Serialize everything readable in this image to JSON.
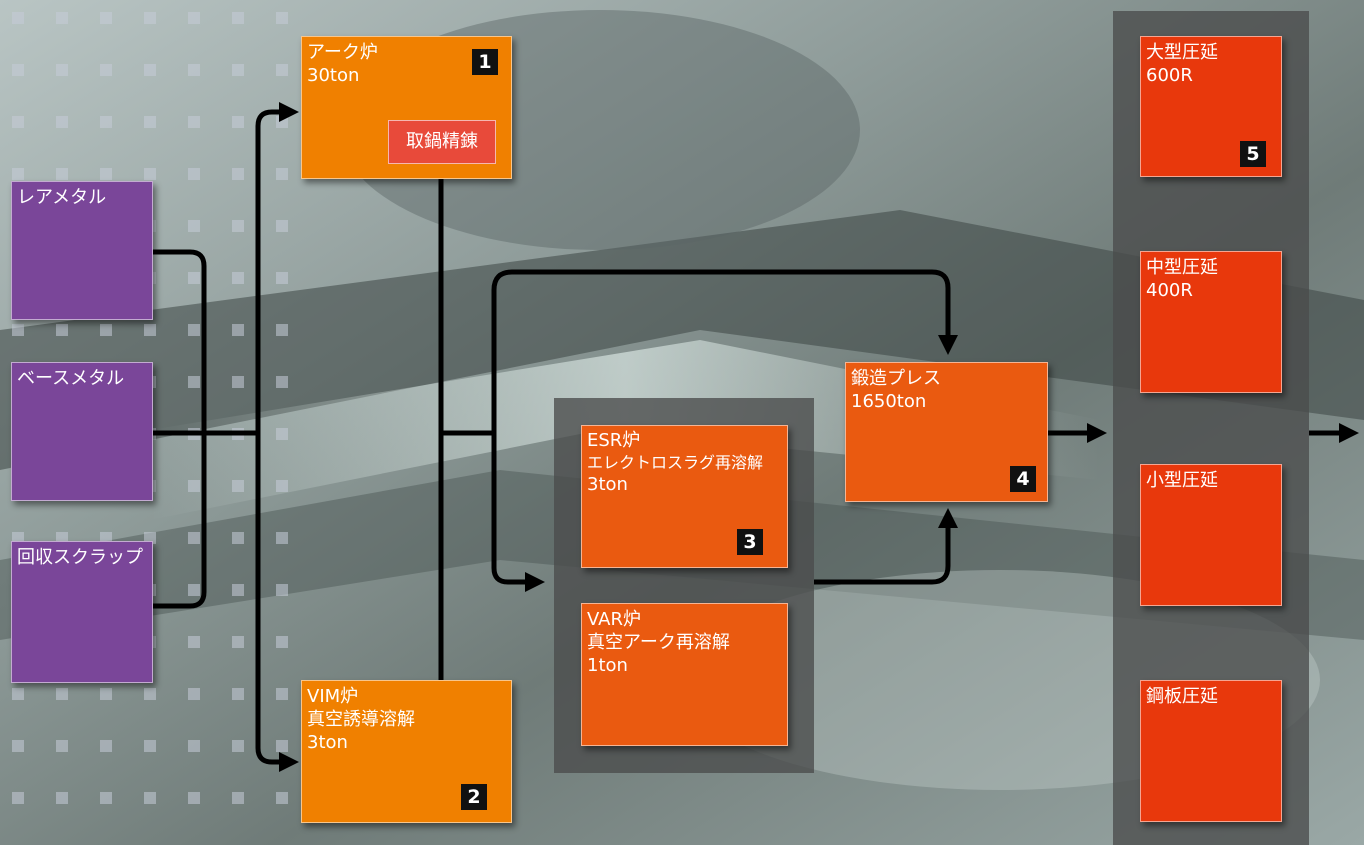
{
  "inputs": [
    {
      "label": "レアメタル"
    },
    {
      "label": "ベースメタル"
    },
    {
      "label": "回収スクラップ"
    }
  ],
  "arc_furnace": {
    "lines": [
      "アーク炉",
      "30ton"
    ],
    "badge": "1",
    "sub_label": "取鍋精錬"
  },
  "vim_furnace": {
    "lines": [
      "VIM炉",
      "真空誘導溶解",
      "3ton"
    ],
    "badge": "2"
  },
  "esr_furnace": {
    "lines": [
      "ESR炉",
      "エレクトロスラグ再溶解",
      "3ton"
    ],
    "badge": "3"
  },
  "var_furnace": {
    "lines": [
      "VAR炉",
      "真空アーク再溶解",
      "1ton"
    ]
  },
  "forging_press": {
    "lines": [
      "鍛造プレス",
      "1650ton"
    ],
    "badge": "4"
  },
  "rolling": {
    "badge": "5",
    "mills": [
      {
        "lines": [
          "大型圧延",
          "600R"
        ]
      },
      {
        "lines": [
          "中型圧延",
          "400R"
        ]
      },
      {
        "lines": [
          "小型圧延"
        ]
      },
      {
        "lines": [
          "鋼板圧延"
        ]
      }
    ]
  },
  "colors": {
    "input": "#7a4699",
    "furnace": "#f08000",
    "process": "#ea5a10",
    "mill": "#e8380c",
    "sub": "#e84a3a"
  }
}
